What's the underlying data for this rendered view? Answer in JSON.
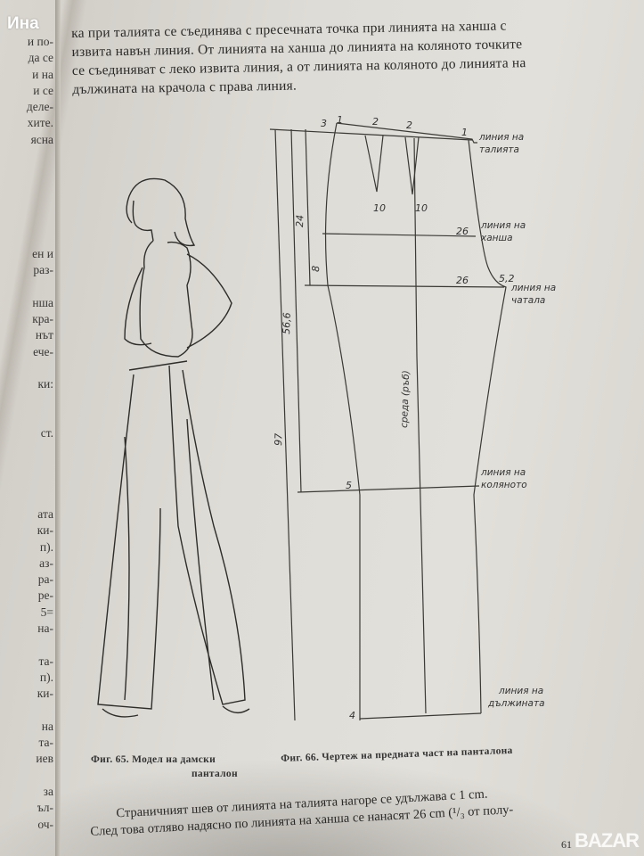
{
  "user_label": "Ина",
  "margin_lines_top": [
    "и по-",
    "да се",
    "и на",
    "и се",
    "деле-",
    "хите.",
    "ясна",
    "",
    "",
    "",
    "",
    "",
    "",
    "ен и",
    "раз-",
    "",
    "нша",
    "кра-",
    "нът",
    "ече-",
    "",
    "ки:",
    "",
    "",
    "ст."
  ],
  "margin_lines_bottom": [
    "ата",
    "ки-",
    "п).",
    "аз-",
    "ра-",
    "ре-",
    "5=",
    "на-",
    "",
    "та-",
    "п).",
    "ки-",
    "",
    "на",
    "та-",
    "иев",
    "",
    "за",
    "ъл-",
    "оч-"
  ],
  "body_lines": [
    "ка при талията се съединява с пресечната точка при линията на ханша с",
    "извита навън линия. От линията на ханша до линията на коляното точките",
    "се съединяват с леко извита линия, а от линията на коляното до линията на",
    "дължината на крачола с права линия."
  ],
  "diagram": {
    "labels": {
      "waist": [
        "линия на",
        "талията"
      ],
      "hip": [
        "линия на",
        "ханша"
      ],
      "crotch": [
        "линия на",
        "чатала"
      ],
      "knee": [
        "линия на",
        "коляното"
      ],
      "length": [
        "линия на",
        "дължината"
      ],
      "center": "среда (ръб)"
    },
    "numbers": {
      "n1a": "1",
      "n1b": "1",
      "n2a": "2",
      "n2b": "2",
      "n3": "3",
      "n10a": "10",
      "n10b": "10",
      "n26a": "26",
      "n26b": "26",
      "n52": "5,2",
      "n24": "24",
      "n8": "8",
      "n566": "56,6",
      "n97": "97",
      "n5": "5",
      "n4": "4"
    }
  },
  "captions": {
    "fig65_line1": "Фиг. 65.  Модел на дамски",
    "fig65_line2": "панталон",
    "fig66": "Фиг. 66. Чертеж на предната част на панталона"
  },
  "bottom_lines": [
    "Страничният шев от линията на талията нагоре се удължава с 1 cm.",
    "След това отляво надясно по линията на ханша се нанасят 26 cm (¹/₃ от полу-"
  ],
  "watermark": "BAZAR",
  "page_number": "61"
}
